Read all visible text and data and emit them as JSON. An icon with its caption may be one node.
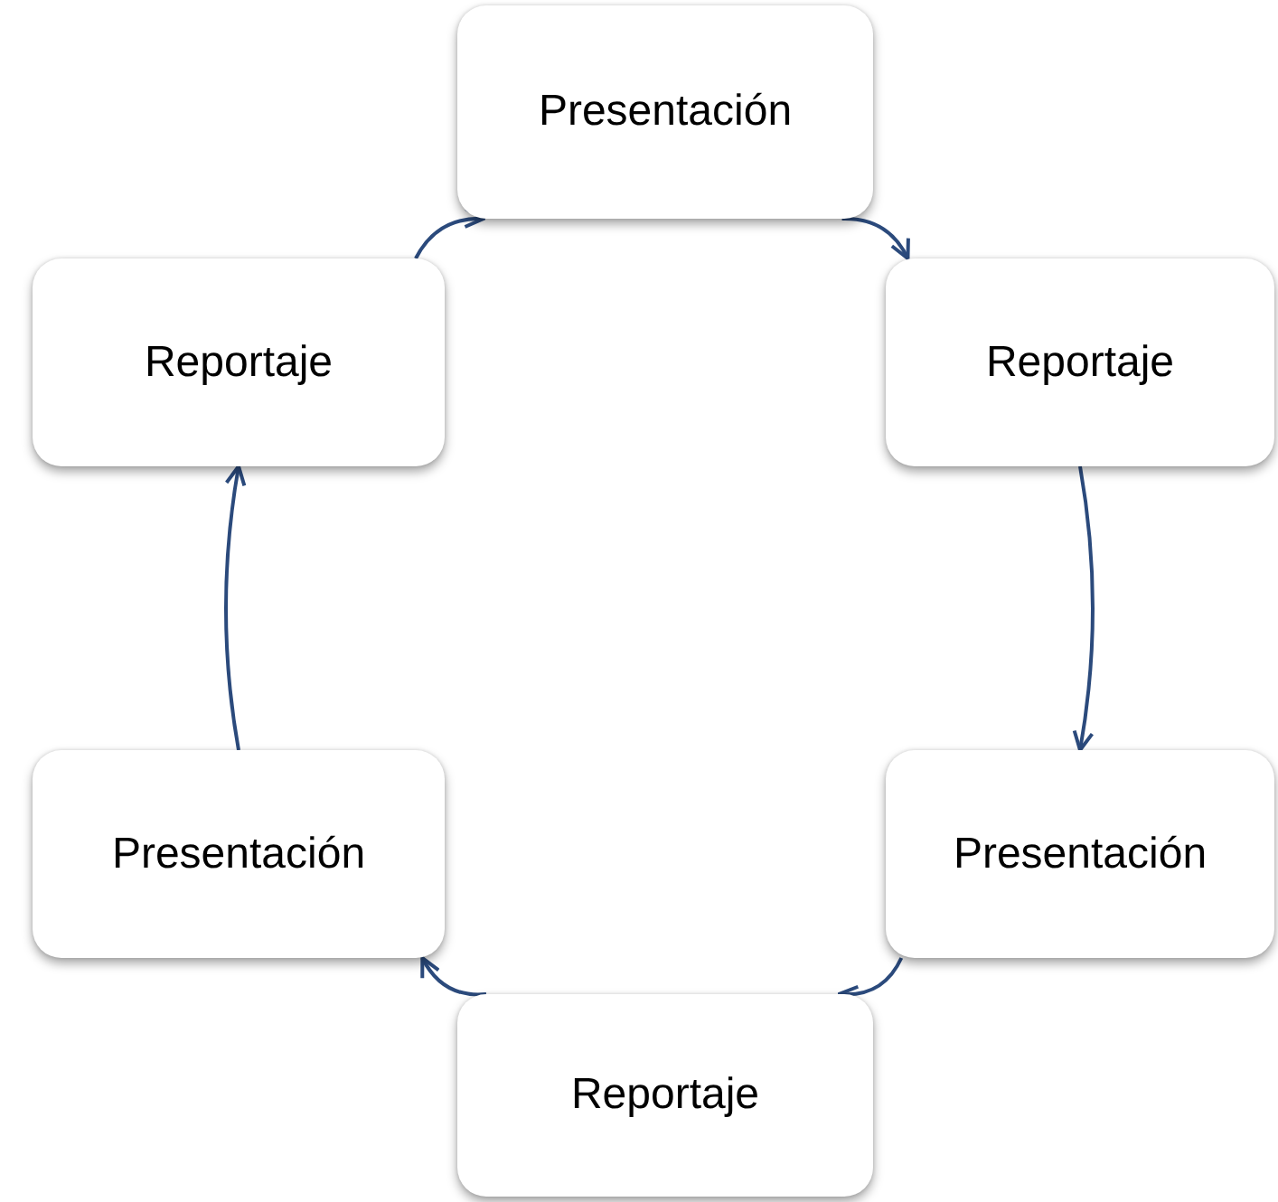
{
  "diagram": {
    "nodes": [
      {
        "text": [
          "Presentación"
        ]
      },
      {
        "text": [
          "Reportaje"
        ]
      },
      {
        "text": [
          "Reportaje"
        ]
      },
      {
        "text": [
          "Presentación"
        ]
      },
      {
        "text": [
          "Presentación"
        ]
      },
      {
        "text": [
          "Reportaje"
        ]
      }
    ],
    "edges": [
      {
        "from": 0,
        "to": 2,
        "arrow": "to"
      },
      {
        "from": 2,
        "to": 4,
        "arrow": "to"
      },
      {
        "from": 4,
        "to": 5,
        "arrow": "to"
      },
      {
        "from": 5,
        "to": 3,
        "arrow": "to"
      },
      {
        "from": 3,
        "to": 1,
        "arrow": "to"
      },
      {
        "from": 1,
        "to": 0,
        "arrow": "to"
      }
    ]
  }
}
